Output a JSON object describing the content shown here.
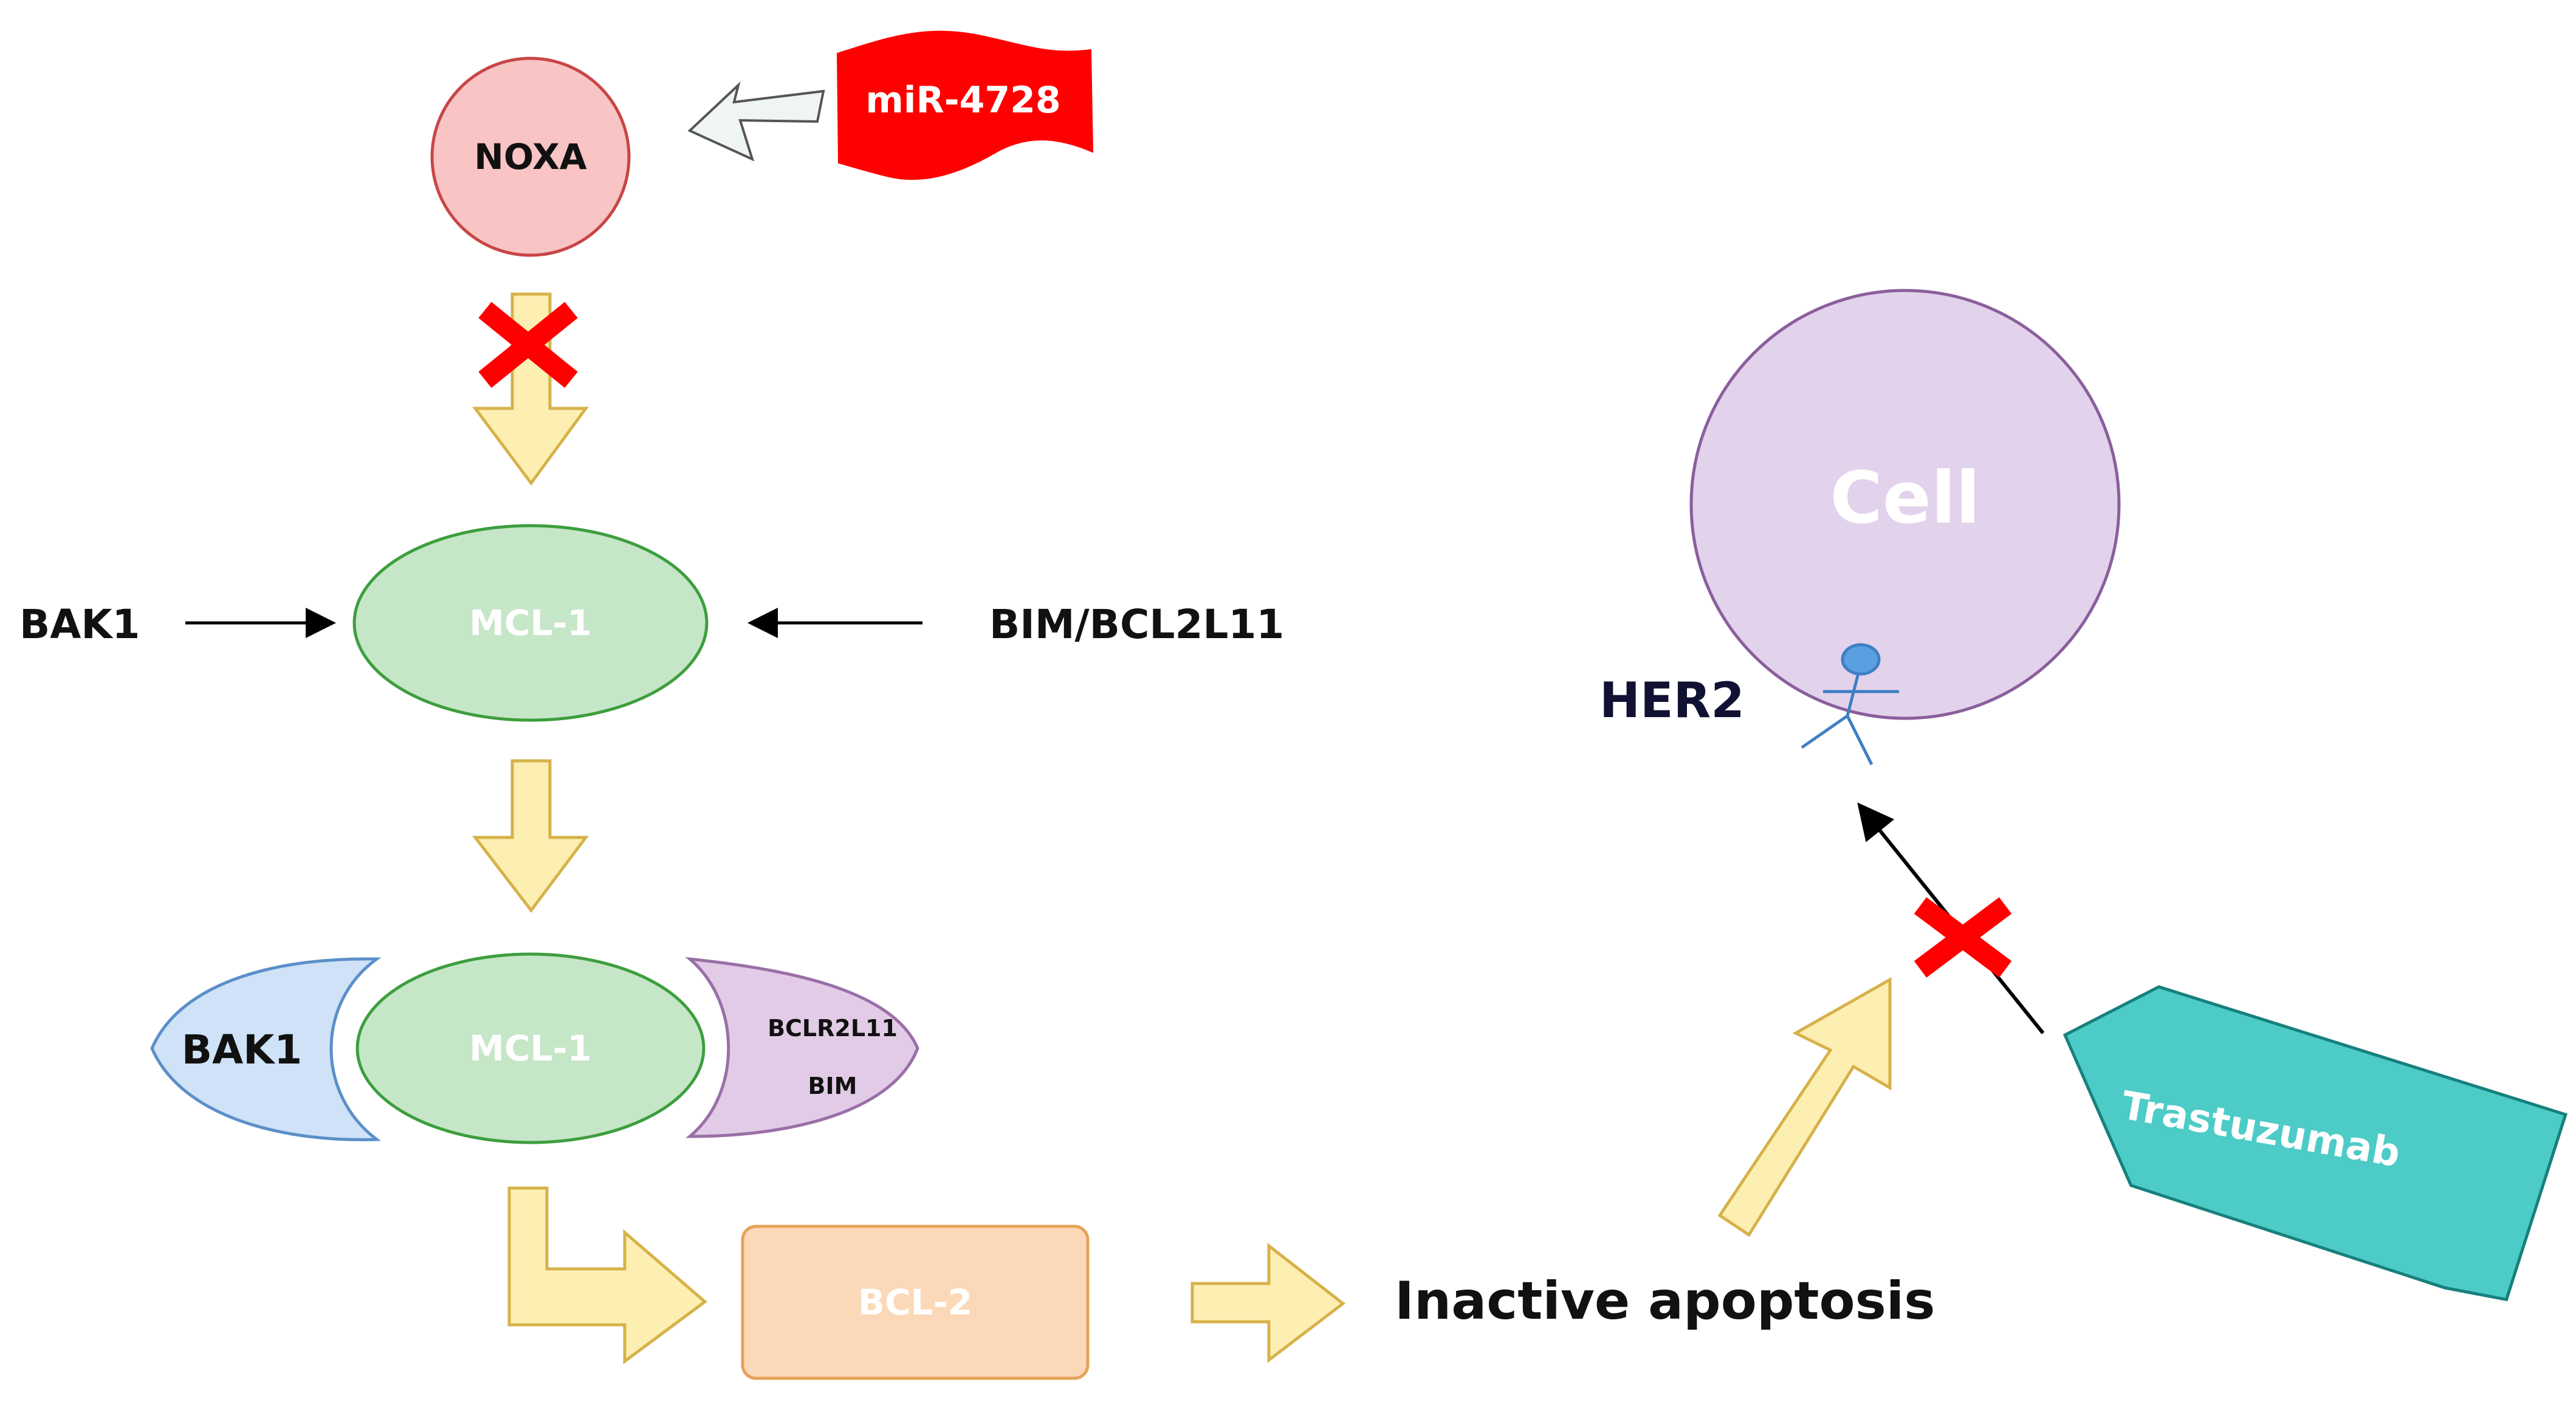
{
  "nodes": {
    "noxa": "NOXA",
    "mir4728": "miR-4728",
    "mcl1_top": "MCL-1",
    "bak1_left": "BAK1",
    "bim_bcl2l11": "BIM/BCL2L11",
    "bak1_complex": "BAK1",
    "mcl1_complex": "MCL-1",
    "bclr2l11": "BCLR2L11",
    "bim": "BIM",
    "bcl2": "BCL-2",
    "inactive_apoptosis": "Inactive apoptosis",
    "cell": "Cell",
    "her2": "HER2",
    "trastuzumab": "Trastuzumab"
  },
  "colors": {
    "noxa_fill": "#f8c4c4",
    "noxa_stroke": "#c94545",
    "mir_fill": "#ff0000",
    "outline_arrow_fill": "#eef5f3",
    "mcl_fill": "#c6e6c8",
    "mcl_stroke": "#3d9e3d",
    "bak_fill": "#cfe2f7",
    "bak_stroke": "#5b8fc9",
    "bim_fill": "#e2cbe6",
    "bim_stroke": "#9a6fa8",
    "bcl2_fill": "#fbd9b8",
    "bcl2_stroke": "#e6a25a",
    "yellow_arrow_fill": "#fdefb2",
    "yellow_arrow_stroke": "#d6b24a",
    "cell_fill": "#e3d2eb",
    "cell_stroke": "#8a5f9c",
    "her2_text": "#111133",
    "receptor_stroke": "#3f7fc4",
    "trastuzumab_fill": "#4dcbc6",
    "trastuzumab_stroke": "#17807c",
    "cross": "#ff0000"
  },
  "icons": {
    "block_cross_top": "x-mark-icon",
    "block_cross_right": "x-mark-icon",
    "her2_receptor": "stick-figure-receptor-icon"
  }
}
